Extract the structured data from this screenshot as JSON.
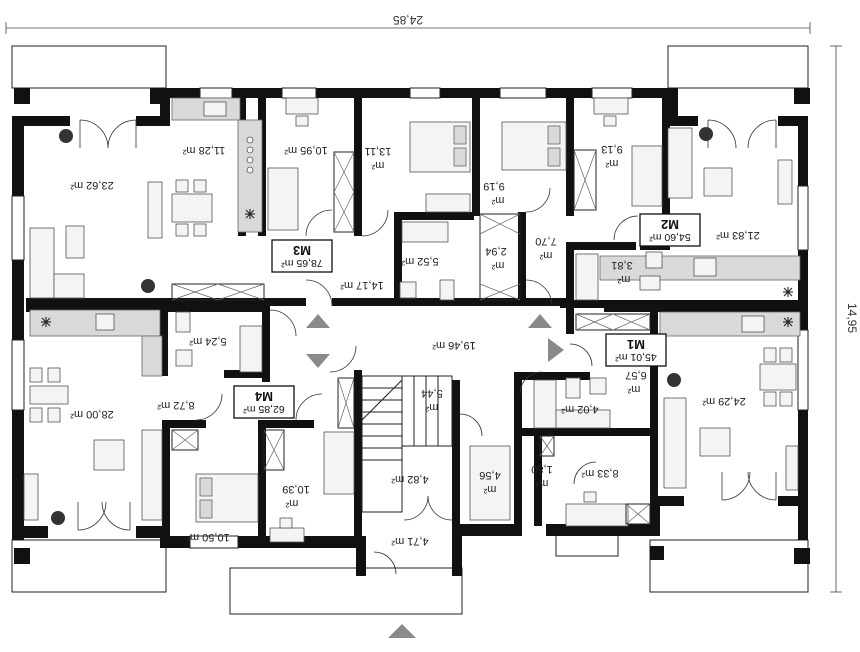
{
  "dimensions": {
    "width": "24,85",
    "depth": "14,95"
  },
  "apartments": [
    {
      "id": "m1",
      "name": "M1",
      "area": "45,01 m²"
    },
    {
      "id": "m2",
      "name": "M2",
      "area": "54,60 m²"
    },
    {
      "id": "m3",
      "name": "M3",
      "area": "78,65 m²"
    },
    {
      "id": "m4",
      "name": "M4",
      "area": "62,85 m²"
    }
  ],
  "rooms": {
    "r_23_62": "23,62 m²",
    "r_11_28": "11,28 m²",
    "r_10_95": "10,95 m²",
    "r_13_11": "13,11",
    "r_13_11_unit": "m²",
    "r_9_19": "9,19",
    "r_9_19_unit": "m²",
    "r_9_13": "9,13",
    "r_9_13_unit": "m²",
    "r_21_83": "21,83 m²",
    "r_5_52": "5,52 m²",
    "r_2_94": "2,94",
    "r_2_94_unit": "m²",
    "r_7_70": "7,70",
    "r_7_70_unit": "m²",
    "r_3_81": "3,81",
    "r_3_81_unit": "m²",
    "r_14_17": "14,17 m²",
    "r_19_46": "19,46 m²",
    "r_5_24": "5,24 m²",
    "r_8_72": "8,72 m²",
    "r_28_00": "28,00 m²",
    "r_5_44": "5,44",
    "r_5_44_unit": "m²",
    "r_6_57": "6,57",
    "r_6_57_unit": "m²",
    "r_24_29": "24,29 m²",
    "r_4_02": "4,02 m²",
    "r_10_39": "10,39",
    "r_10_39_unit": "m²",
    "r_4_82": "4,82 m²",
    "r_4_56": "4,56",
    "r_4_56_unit": "m²",
    "r_1_80": "1,80",
    "r_1_80_unit": "m²",
    "r_8_33": "8,33 m²",
    "r_10_50": "10,50 m²",
    "r_4_71": "4,71 m²"
  }
}
